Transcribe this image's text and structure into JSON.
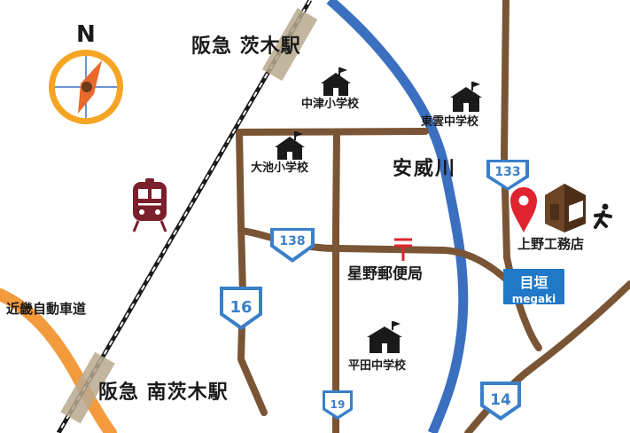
{
  "compass": {
    "label": "N"
  },
  "stations": {
    "ibaraki": "阪急 茨木駅",
    "minami_ibaraki": "阪急 南茨木駅"
  },
  "schools": {
    "nakatsu": "中津小学校",
    "touun": "東雲中学校",
    "oike": "大池小学校",
    "hirata": "平田中学校"
  },
  "river": {
    "label": "安威川"
  },
  "post_office": {
    "label": "星野郵便局"
  },
  "expressway": {
    "label": "近畿自動車道"
  },
  "bus_stop": {
    "name": "目垣",
    "roman": "megaki"
  },
  "destination": {
    "label": "上野工務店"
  },
  "routes": {
    "r133": "133",
    "r138": "138",
    "r16": "16",
    "r19": "19",
    "r14": "14"
  },
  "colors": {
    "road": "#7a5535",
    "river": "#3b6fc0",
    "expressway": "#f39a3c",
    "railway": "#1a1a1a",
    "route_sign": "#3a7fc9",
    "pin": "#e0242f",
    "building": "#6b4526",
    "bus_stop": "#1f78c8",
    "compass_ring": "#f5a523",
    "compass_needle": "#e8692a",
    "train": "#7a1f2b"
  },
  "icons": {
    "compass": "compass-icon",
    "train": "train-icon",
    "school": "school-icon",
    "post": "post-office-icon",
    "pin": "location-pin-icon",
    "building": "building-icon",
    "walker": "walking-person-icon",
    "route_sign": "route-shield-icon"
  }
}
